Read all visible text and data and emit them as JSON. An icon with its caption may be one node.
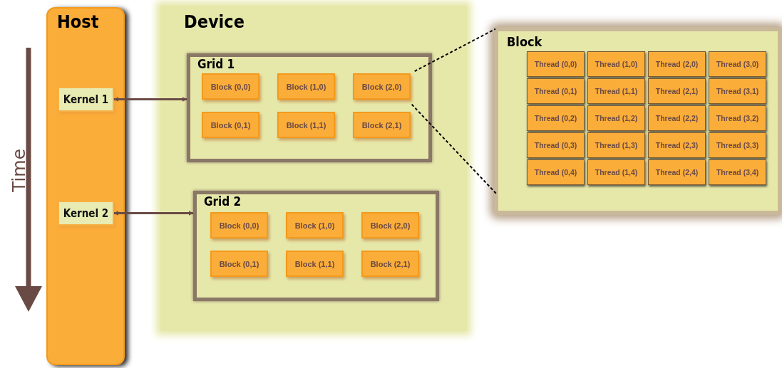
{
  "diagram": {
    "nodes": [
      {
        "text": [
          "Host"
        ]
      },
      {
        "text": [
          "Kernel 1"
        ],
        "in": 0
      },
      {
        "text": [
          "Kernel 2"
        ],
        "in": 0
      },
      {
        "text": [
          "Device"
        ]
      },
      {
        "text": [
          "Grid 1"
        ],
        "in": 3
      },
      {
        "text": [
          "Block (0,0)"
        ],
        "in": 4
      },
      {
        "text": [
          "Block (1,0)"
        ],
        "in": 4
      },
      {
        "text": [
          "Block (2,0)"
        ],
        "in": 4
      },
      {
        "text": [
          "Block (0,1)"
        ],
        "in": 4
      },
      {
        "text": [
          "Block (1,1)"
        ],
        "in": 4
      },
      {
        "text": [
          "Block (2,1)"
        ],
        "in": 4
      },
      {
        "text": [
          "Grid 2"
        ],
        "in": 3
      },
      {
        "text": [
          "Block (0,0)"
        ],
        "in": 11
      },
      {
        "text": [
          "Block (1,0)"
        ],
        "in": 11
      },
      {
        "text": [
          "Block (2,0)"
        ],
        "in": 11
      },
      {
        "text": [
          "Block (0,1)"
        ],
        "in": 11
      },
      {
        "text": [
          "Block (1,1)"
        ],
        "in": 11
      },
      {
        "text": [
          "Block (2,1)"
        ],
        "in": 11
      },
      {
        "text": [
          "Block"
        ]
      },
      {
        "text": [
          "Thread (0,0)"
        ],
        "in": 18
      },
      {
        "text": [
          "Thread (1,0)"
        ],
        "in": 18
      },
      {
        "text": [
          "Thread (2,0)"
        ],
        "in": 18
      },
      {
        "text": [
          "Thread (3,0)"
        ],
        "in": 18
      },
      {
        "text": [
          "Thread (0,1)"
        ],
        "in": 18
      },
      {
        "text": [
          "Thread (1,1)"
        ],
        "in": 18
      },
      {
        "text": [
          "Thread (2,1)"
        ],
        "in": 18
      },
      {
        "text": [
          "Thread (3,1)"
        ],
        "in": 18
      },
      {
        "text": [
          "Thread (0,2)"
        ],
        "in": 18
      },
      {
        "text": [
          "Thread (1,2)"
        ],
        "in": 18
      },
      {
        "text": [
          "Thread (2,2)"
        ],
        "in": 18
      },
      {
        "text": [
          "Thread (3,2)"
        ],
        "in": 18
      },
      {
        "text": [
          "Thread (0,3)"
        ],
        "in": 18
      },
      {
        "text": [
          "Thread (1,3)"
        ],
        "in": 18
      },
      {
        "text": [
          "Thread (2,3)"
        ],
        "in": 18
      },
      {
        "text": [
          "Thread (3,3)"
        ],
        "in": 18
      },
      {
        "text": [
          "Thread (0,4)"
        ],
        "in": 18
      },
      {
        "text": [
          "Thread (1,4)"
        ],
        "in": 18
      },
      {
        "text": [
          "Thread (2,4)"
        ],
        "in": 18
      },
      {
        "text": [
          "Thread (3,4)"
        ],
        "in": 18
      }
    ],
    "edges": [
      {
        "from": 1,
        "to": 4,
        "arrow": "both"
      },
      {
        "from": 2,
        "to": 11,
        "arrow": "both"
      },
      {
        "from": 7,
        "to": 18,
        "arrow": "none",
        "style": "dashed",
        "color": "#000000"
      },
      {
        "from": 7,
        "to": 18,
        "arrow": "none",
        "style": "dashed",
        "color": "#000000"
      }
    ],
    "labels": [
      "Time"
    ]
  }
}
